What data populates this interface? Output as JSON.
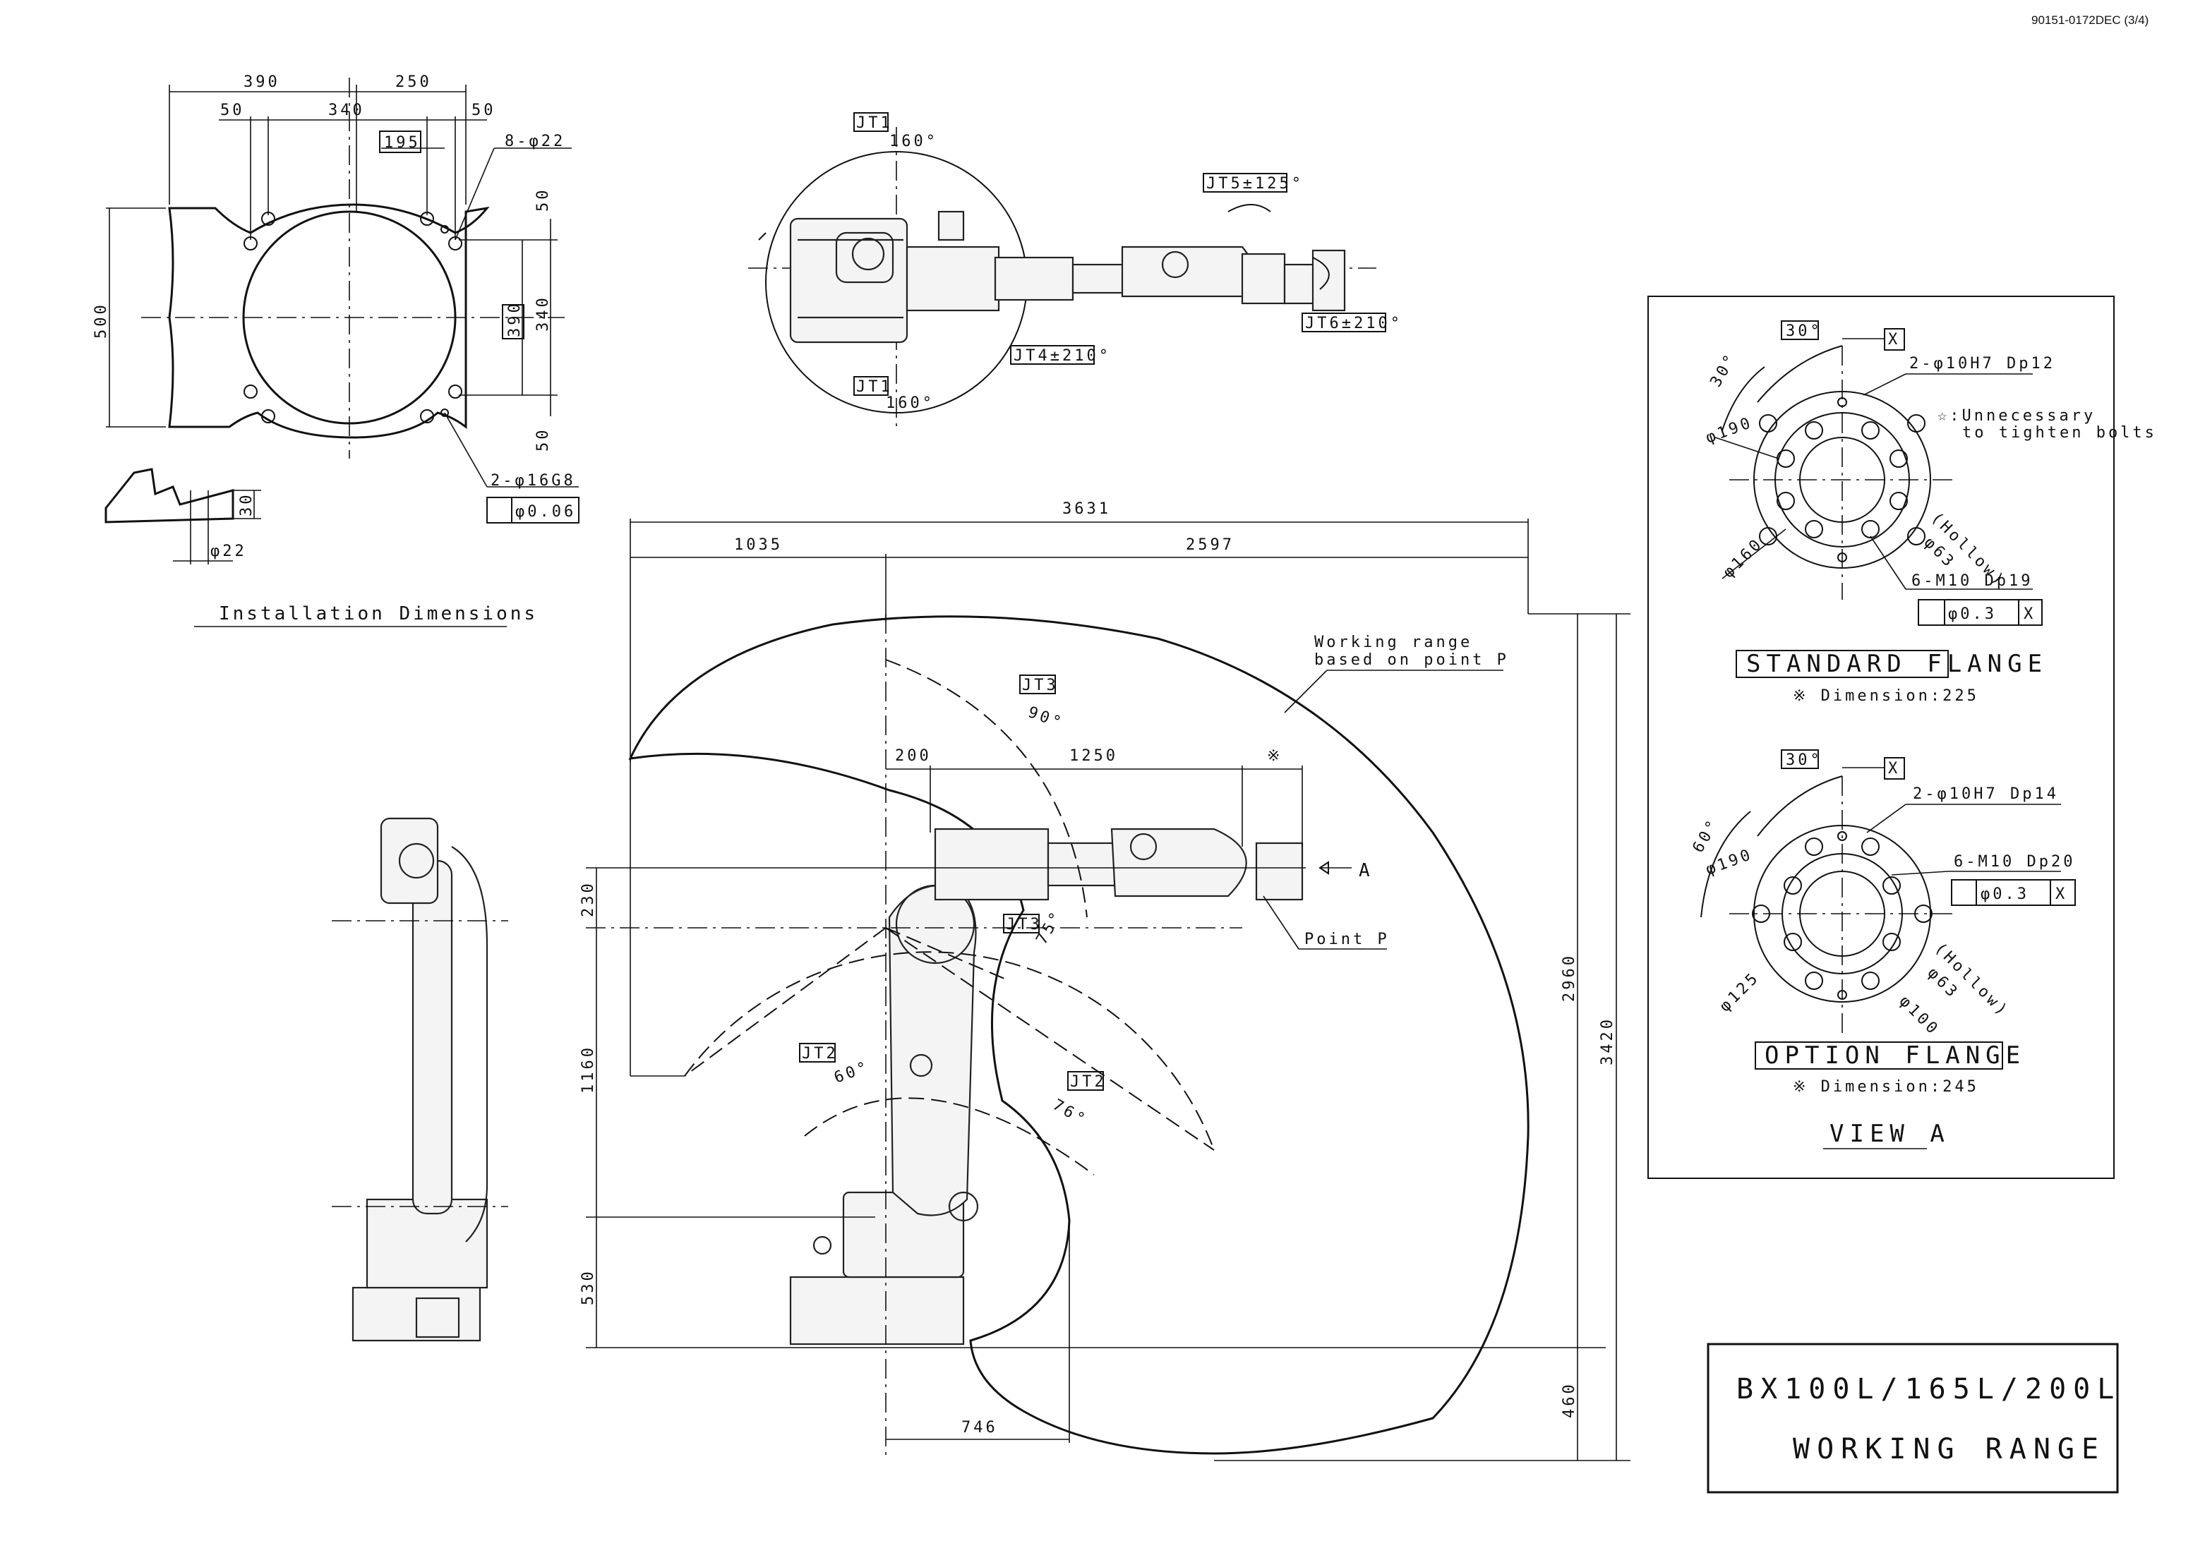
{
  "header": {
    "doc_id": "90151-0172DEC  (3/4)"
  },
  "installation": {
    "title": "Installation Dimensions",
    "dims": {
      "d390": "390",
      "d250": "250",
      "d50a": "50",
      "d340": "340",
      "d50b": "50",
      "d195": "195",
      "holes": "8-φ22",
      "d500": "500",
      "d390v": "390",
      "d340v": "340",
      "d50v1": "50",
      "d50v2": "50",
      "pins": "2-φ16G8",
      "tol": "φ0.06",
      "d30": "30",
      "d22": "φ22"
    }
  },
  "topview": {
    "jt1_top": "JT1",
    "deg160_top": "160°",
    "jt1_bot": "JT1",
    "deg160_bot": "160°",
    "jt4": "JT4±210°",
    "jt5": "JT5±125°",
    "jt6": "JT6±210°"
  },
  "working_range": {
    "d3631": "3631",
    "d1035": "1035",
    "d2597": "2597",
    "d200": "200",
    "d1250": "1250",
    "mark": "※",
    "d230": "230",
    "d1160": "1160",
    "d530": "530",
    "d746": "746",
    "d2960": "2960",
    "d3420": "3420",
    "d460": "460",
    "jt3_top": "JT3",
    "deg90": "90°",
    "jt3_mid": "JT3",
    "deg75": "75°",
    "jt2_left": "JT2",
    "deg60": "60°",
    "jt2_right": "JT2",
    "deg76": "76°",
    "label_line1": "Working range",
    "label_line2": "based on point P",
    "point_p": "Point P",
    "arrow_a": "A"
  },
  "view_a": {
    "std": {
      "angle1": "30°",
      "angle2": "30°",
      "datum": "X",
      "pins": "2-φ10H7 Dp12",
      "note1": "☆:Unnecessary",
      "note2": "to tighten bolts",
      "d190": "φ190",
      "d160": "φ160",
      "hollow": "(Hollow)",
      "d63": "φ63",
      "bolts": "6-M10 Dp19",
      "tol": "φ0.3",
      "tol_datum": "X",
      "title": "STANDARD FLANGE",
      "dim": "※ Dimension:225"
    },
    "opt": {
      "angle1": "30°",
      "angle2": "60°",
      "datum": "X",
      "pins": "2-φ10H7 Dp14",
      "bolts": "6-M10 Dp20",
      "d190": "φ190",
      "tol": "φ0.3",
      "tol_datum": "X",
      "hollow": "(Hollow)",
      "d63": "φ63",
      "d125": "φ125",
      "d100": "φ100",
      "title": "OPTION FLANGE",
      "dim": "※ Dimension:245"
    },
    "title": "VIEW A"
  },
  "title_block": {
    "model": "BX100L/165L/200L",
    "subtitle": "WORKING RANGE"
  }
}
